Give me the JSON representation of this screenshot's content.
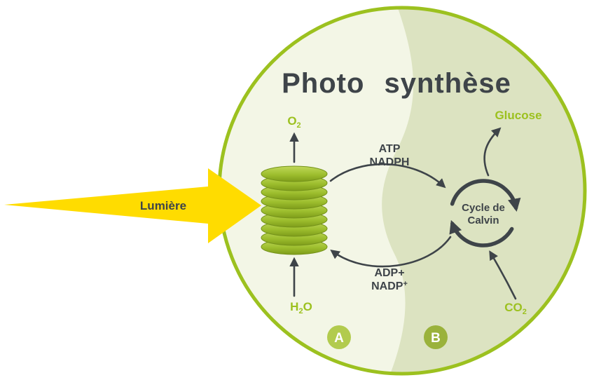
{
  "title": "Photo synthèse",
  "labels": {
    "light": "Lumière",
    "atp": "ATP",
    "nadph": "NADPH",
    "adp": "ADP+",
    "nadp_base": "NADP",
    "nadp_sup": "+",
    "cycle_line1": "Cycle de",
    "cycle_line2": "Calvin",
    "glucose": "Glucose",
    "badge_a": "A",
    "badge_b": "B"
  },
  "molecules": {
    "o2": {
      "base": "O",
      "sub": "2"
    },
    "h2o": {
      "h": "H",
      "sub": "2",
      "o": "O"
    },
    "co2": {
      "base": "CO",
      "sub": "2"
    }
  },
  "colors": {
    "circle_border": "#9CC11F",
    "left_half_fill": "#F3F6E6",
    "right_half_fill": "#DCE3C1",
    "light_arrow_yellow": "#FFDC00",
    "dark_text": "#3E4449",
    "green_text": "#9CC11F",
    "disc_light": "#C0D85A",
    "disc_dark": "#7E9C1A",
    "badge_a_fill": "#B2CB4E",
    "badge_b_fill": "#9AB23B",
    "background": "#FFFFFF"
  }
}
